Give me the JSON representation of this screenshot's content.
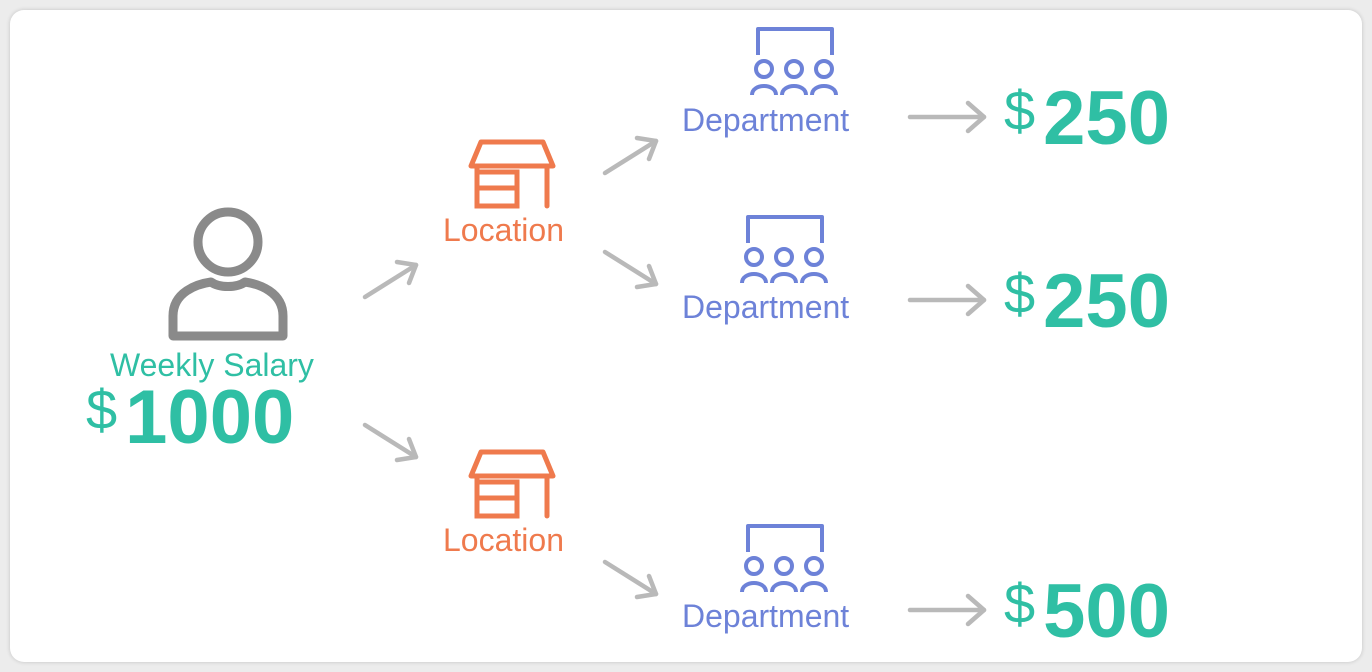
{
  "colors": {
    "person": "#8a8a8a",
    "location": "#ef7a4d",
    "department": "#6d82d8",
    "money": "#2fbfa4",
    "arrow": "#b9b9b9"
  },
  "source": {
    "icon": "person-icon",
    "label": "Weekly Salary",
    "currency": "$",
    "amount": "1000"
  },
  "locations": [
    {
      "icon": "store-icon",
      "label": "Location"
    },
    {
      "icon": "store-icon",
      "label": "Location"
    }
  ],
  "departments": [
    {
      "icon": "team-icon",
      "label": "Department",
      "currency": "$",
      "amount": "250"
    },
    {
      "icon": "team-icon",
      "label": "Department",
      "currency": "$",
      "amount": "250"
    },
    {
      "icon": "team-icon",
      "label": "Department",
      "currency": "$",
      "amount": "500"
    }
  ],
  "edges": [
    {
      "from": "source",
      "to": "location-1"
    },
    {
      "from": "source",
      "to": "location-2"
    },
    {
      "from": "location-1",
      "to": "department-1"
    },
    {
      "from": "location-1",
      "to": "department-2"
    },
    {
      "from": "location-2",
      "to": "department-3"
    },
    {
      "from": "department-1",
      "to": "amount-1"
    },
    {
      "from": "department-2",
      "to": "amount-2"
    },
    {
      "from": "department-3",
      "to": "amount-3"
    }
  ]
}
